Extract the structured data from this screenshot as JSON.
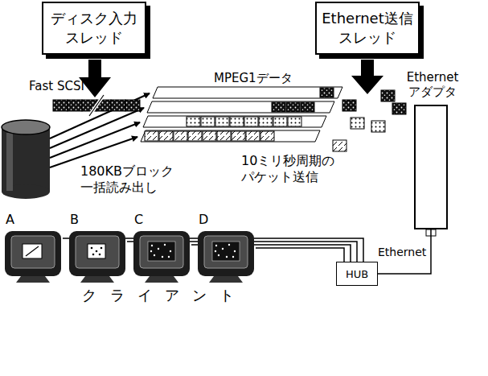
{
  "diagram": {
    "nodes": [
      {
        "text": [
          "ディスク入力 スレッド"
        ]
      },
      {
        "text": [
          "Ethernet送信 スレッド"
        ]
      },
      {
        "text": [
          "Ethernet アダプタ"
        ]
      },
      {
        "text": [
          "A"
        ]
      },
      {
        "text": [
          "B"
        ]
      },
      {
        "text": [
          "C"
        ]
      },
      {
        "text": [
          "D"
        ]
      },
      {
        "text": [
          "HUB"
        ]
      }
    ],
    "edges": [
      {
        "from": 7,
        "to": 2,
        "arrow": "none"
      },
      {
        "from": 7,
        "to": 3,
        "arrow": "none"
      },
      {
        "from": 7,
        "to": 4,
        "arrow": "none"
      },
      {
        "from": 7,
        "to": 5,
        "arrow": "none"
      },
      {
        "from": 7,
        "to": 6,
        "arrow": "none"
      }
    ],
    "labels": [
      "Fast SCSI",
      "MPEG1データ",
      "180KBブロック 一括読み出し",
      "10ミリ秒周期の パケット送信",
      "Ethernet",
      "クライアント"
    ]
  }
}
